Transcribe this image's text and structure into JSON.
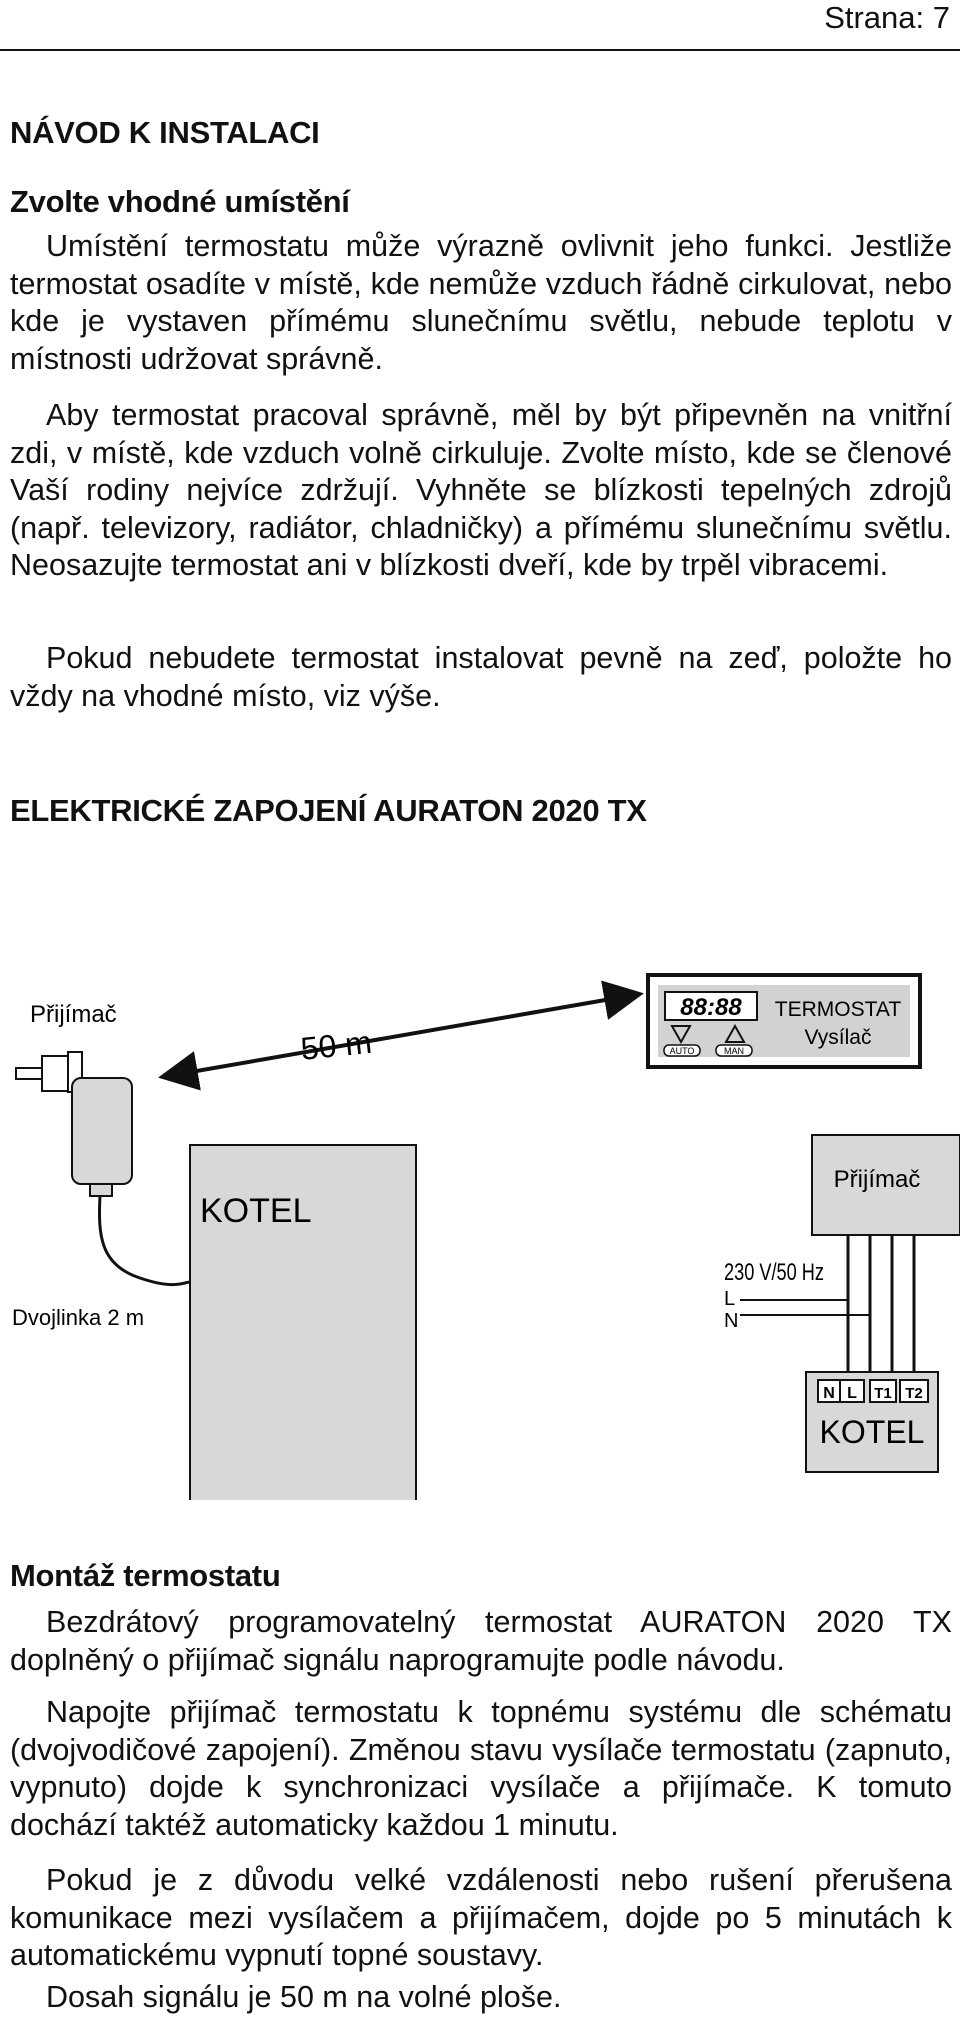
{
  "page": "Strana: 7",
  "sections": {
    "installation_title": "NÁVOD K INSTALACI",
    "placement_title": "Zvolte vhodné umístění",
    "placement_paragraphs": [
      "Umístění termostatu může výrazně ovlivnit jeho funkci. Jestliže termostat osadíte v místě, kde nemůže vzduch řádně cirkulovat, nebo kde je vystaven přímému slunečnímu světlu, nebude teplotu v místnosti udržovat správně.",
      "Aby termostat pracoval správně, měl by být připevněn na vnitřní zdi, v místě, kde vzduch volně cirkuluje. Zvolte místo, kde se členové Vaší rodiny nejvíce zdržují. Vyhněte se blízkosti tepelných zdrojů (např. televizory, radiátor, chladničky) a přímému slunečnímu světlu. Neosazujte termostat ani v blízkosti dveří, kde by trpěl vibracemi.",
      "Pokud nebudete termostat instalovat pevně na zeď, položte ho vždy na vhodné místo, viz výše."
    ],
    "wiring_title": "ELEKTRICKÉ ZAPOJENÍ AURATON 2020 TX",
    "mounting_title": "Montáž termostatu",
    "mounting_paragraphs": [
      "Bezdrátový programovatelný termostat AURATON 2020 TX doplněný o přijímač signálu naprogramujte podle návodu.",
      "Napojte přijímač termostatu k topnému systému dle schématu (dvojvodičové zapojení). Změnou stavu vysílače termostatu (zapnuto, vypnuto) dojde k synchronizaci vysílače a přijímače. K tomuto dochází taktéž automaticky každou 1 minutu.",
      "Pokud je z důvodu velké vzdálenosti nebo rušení přerušena komunikace mezi vysílačem a přijímačem, dojde po 5 minutách k automatickému vypnutí topné soustavy.",
      "Dosah signálu je 50 m na volné ploše."
    ]
  },
  "diagram": {
    "receiver_label": "Přijímač",
    "distance_label": "50 m",
    "display_digits": "88:88",
    "auto_label": "AUTO",
    "man_label": "MAN",
    "thermostat_label": "TERMOSTAT",
    "transmitter_label": "Vysílač",
    "boiler_label": "KOTEL",
    "cable_label": "Dvojlinka 2 m",
    "receiver_box_label": "Přijímač",
    "power_label": "230 V/50 Hz",
    "line_label": "L",
    "neutral_label": "N",
    "terminals": [
      "N",
      "L",
      "T1",
      "T2"
    ],
    "boiler_label_2": "KOTEL"
  }
}
